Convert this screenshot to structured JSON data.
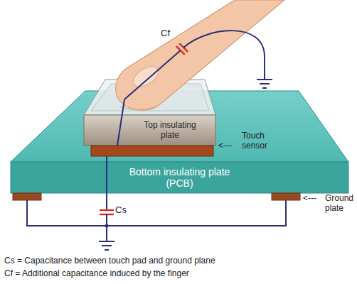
{
  "diagram": {
    "nodes": [
      {
        "text": [
          "Top insulating plate"
        ]
      },
      {
        "text": [
          "Bottom insulating plate (PCB)"
        ]
      }
    ],
    "labels": [
      "Cf",
      "Touch sensor",
      "<---",
      "<---",
      "Ground plate",
      "Cs",
      "Cs = Capacitance between touch pad and ground plane",
      "Cf = Additional capacitance induced by the finger"
    ]
  }
}
